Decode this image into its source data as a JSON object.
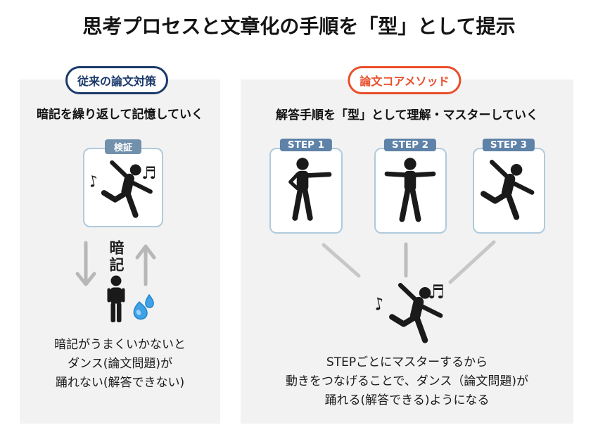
{
  "title": "思考プロセスと文章化の手順を「型」として提示",
  "left": {
    "badge": "従来の論文対策",
    "heading": "暗記を繰り返して記憶していく",
    "tag": "検証",
    "cycle_label": "暗記",
    "caption": [
      "暗記がうまくいかないと",
      "ダンス(論文問題)が",
      "踊れない(解答できない)"
    ]
  },
  "right": {
    "badge": "論文コアメソッド",
    "heading": "解答手順を「型」として理解・マスターしていく",
    "steps": [
      {
        "label": "STEP 1"
      },
      {
        "label": "STEP 2"
      },
      {
        "label": "STEP 3"
      }
    ],
    "caption": [
      "STEPごとにマスターするから",
      "動きをつなげることで、ダンス（論文問題)が",
      "踊れる(解答できる)ようになる"
    ]
  },
  "icons": {
    "note_single": "♪",
    "note_double": "♬"
  },
  "colors": {
    "navy": "#1b3a6b",
    "orange": "#e94e2b",
    "step_tag_blue": "#5e82a8",
    "verify_tag_blue": "#7190ac",
    "panel_background": "#f2f2f2",
    "card_border": "#b0cadc",
    "arrow_gray": "#b7b7b7",
    "line_gray": "#c7c7c7",
    "sweat_blue": "#3fa2e8"
  }
}
